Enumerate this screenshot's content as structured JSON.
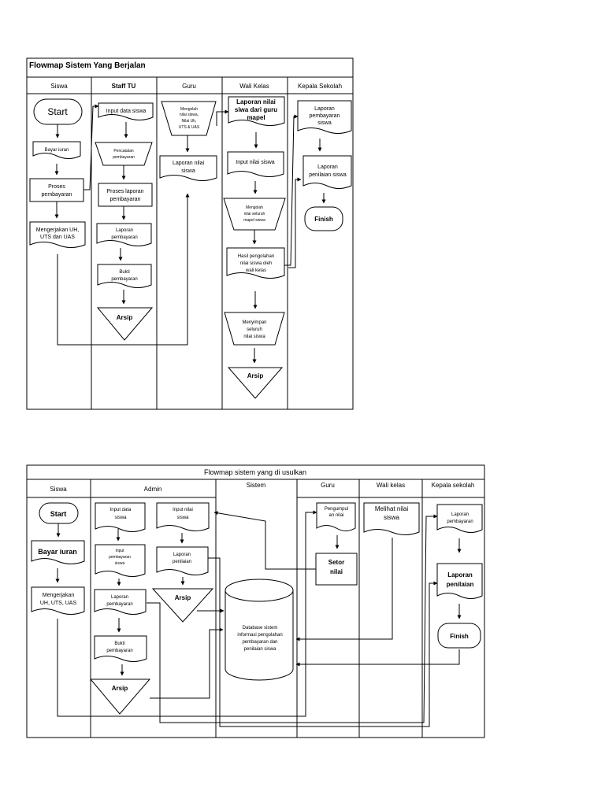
{
  "d1": {
    "title": "Flowmap Sistem Yang Berjalan",
    "lanes": [
      "Siswa",
      "Staff TU",
      "Guru",
      "Wali Kelas",
      "Kepala Sekolah"
    ],
    "siswa": {
      "start": "Start",
      "bayar": "Bayar iuran",
      "proses": [
        "Proses",
        "pembayaran"
      ],
      "ujian": [
        "Mengerjakan UH,",
        "UTS dan UAS"
      ]
    },
    "tu": {
      "input": "Input data siswa",
      "pencatatan": [
        "Pencatatan",
        "pembayaran"
      ],
      "proses_laporan": [
        "Proses laporan",
        "pembayaran"
      ],
      "laporan": [
        "Laporan",
        "pembayaran"
      ],
      "bukti": [
        "Bukti",
        "pembayaran"
      ],
      "arsip": "Arsip"
    },
    "guru": {
      "mengolah": [
        "Mengolah",
        "nilai siswa,",
        "Nilai Uh,",
        "UTS & UAS"
      ],
      "laporan": [
        "Laporan nilai",
        "siswa"
      ]
    },
    "wali": {
      "laporan_mapel": [
        "Laporan nilai",
        "siwa dari guru",
        "mapel"
      ],
      "input": "Input nilai siswa",
      "mengolah": [
        "Mengolah",
        "nilai seluruh",
        "mapel siswa"
      ],
      "hasil": [
        "Hasil pengolahan",
        "nilai siswa oleh",
        "wali kelas"
      ],
      "menyimpan": [
        "Menyimpan",
        "seluruh",
        "nilai siswa"
      ],
      "arsip": "Arsip"
    },
    "kepsek": {
      "laporan_bayar": [
        "Laporan",
        "pembayaran",
        "siswa"
      ],
      "laporan_nilai": [
        "Laporan",
        "penilaian siswa"
      ],
      "finish": "Finish"
    }
  },
  "d2": {
    "title": "Flowmap sistem yang di usulkan",
    "lanes": [
      "Siswa",
      "Admin",
      "Sistem",
      "Guru",
      "Wali kelas",
      "Kepala sekolah"
    ],
    "siswa": {
      "start": "Start",
      "bayar": "Bayar iuran",
      "ujian": [
        "Mengerjakan",
        "UH, UTS, UAS"
      ]
    },
    "admin": {
      "input_data": [
        "Input data",
        "siswa"
      ],
      "input_bayar": [
        "Input",
        "pembayaran",
        "siswa"
      ],
      "laporan_bayar": [
        "Laporan",
        "pembayaran"
      ],
      "bukti": [
        "Bukti",
        "pembayaran"
      ],
      "arsip1": "Arsip",
      "input_nilai": [
        "Input nilai",
        "siswa"
      ],
      "laporan_nilai": [
        "Laporan",
        "penilaian"
      ],
      "arsip2": "Arsip"
    },
    "sistem": {
      "db": [
        "Database sistem",
        "informasi pengolahan",
        "pembayaran dan",
        "penilaian siswa"
      ]
    },
    "guru": {
      "pengumpulan": [
        "Pengumpul",
        "an  nilai"
      ],
      "setor": [
        "Setor",
        "nilai"
      ]
    },
    "wali": {
      "melihat": [
        "Melihat nilai",
        "siswa"
      ]
    },
    "kepsek": {
      "laporan_bayar": [
        "Laporan",
        "pembayaran"
      ],
      "laporan_nilai": [
        "Laporan",
        "penilaian"
      ],
      "finish": "Finish"
    }
  }
}
